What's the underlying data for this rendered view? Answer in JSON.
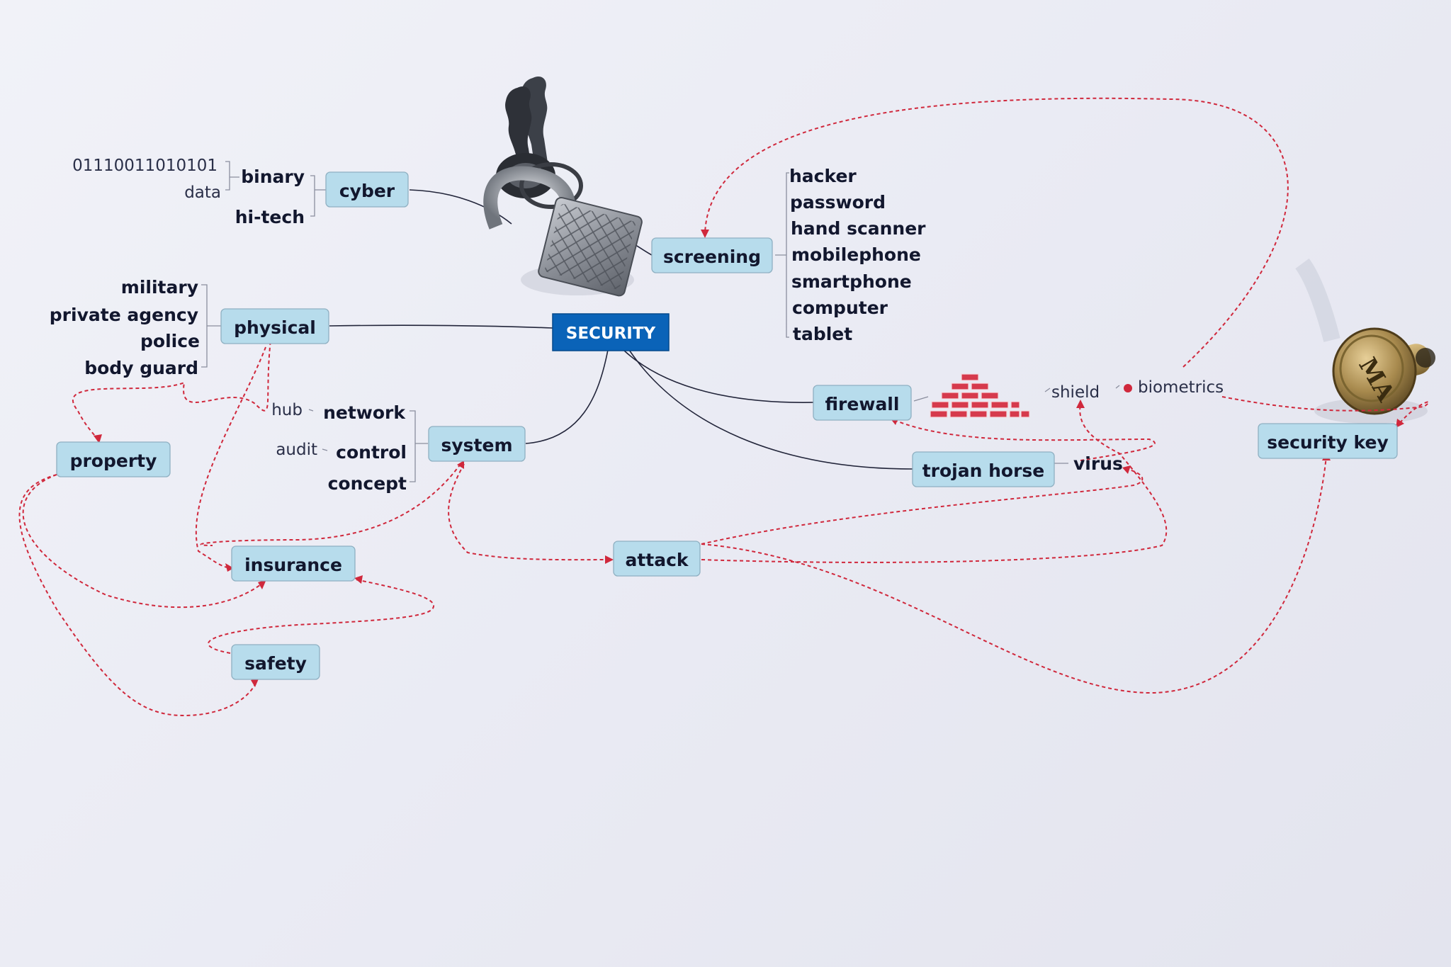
{
  "central": {
    "label": "SECURITY",
    "color": "#0a63b8"
  },
  "nodes": {
    "cyber": "cyber",
    "screening": "screening",
    "physical": "physical",
    "property": "property",
    "system": "system",
    "firewall": "firewall",
    "trojan_horse": "trojan horse",
    "security_key": "security key",
    "insurance": "insurance",
    "attack": "attack",
    "safety": "safety"
  },
  "leaves": {
    "cyber": {
      "binary": "binary",
      "hi_tech": "hi-tech",
      "binary_code": "01110011010101",
      "data": "data"
    },
    "screening": [
      "hacker",
      "password",
      "hand scanner",
      "mobilephone",
      "smartphone",
      "computer",
      "tablet"
    ],
    "physical": [
      "military",
      "private agency",
      "police",
      "body guard"
    ],
    "system": {
      "network": "network",
      "hub": "hub",
      "control": "control",
      "audit": "audit",
      "concept": "concept"
    },
    "firewall": {
      "shield": "shield",
      "biometrics": "biometrics"
    },
    "trojan_horse": {
      "virus": "virus"
    }
  },
  "objects": {
    "key_tag_text": "MA"
  },
  "colors": {
    "node_fill": "#b7dcec",
    "relation": "#d0283c",
    "brick": "#d63a4c"
  }
}
